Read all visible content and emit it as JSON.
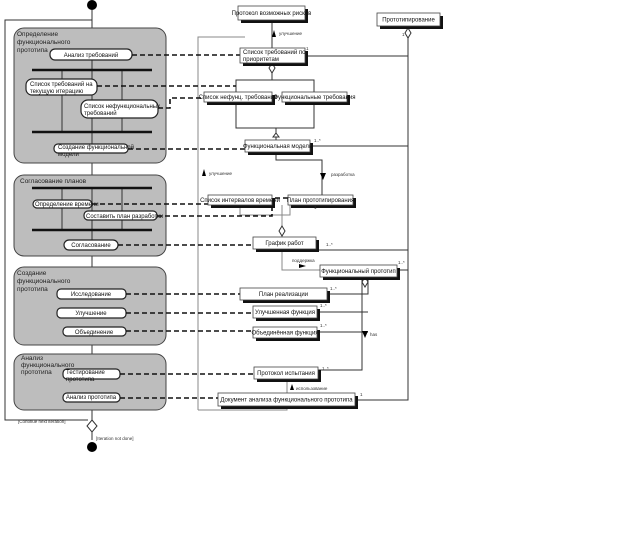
{
  "groups": [
    {
      "label_lines": [
        "Определение",
        "функционального",
        "прототипа"
      ]
    },
    {
      "label_lines": [
        "Согласование планов"
      ]
    },
    {
      "label_lines": [
        "Создание",
        "функционального",
        "прототипа"
      ]
    },
    {
      "label_lines": [
        "Анализ",
        "функционального",
        "прототипа"
      ]
    }
  ],
  "activities": {
    "analysis": "Анализ требований",
    "req_list_1": "Список требований на",
    "req_list_2": "текущую итерацию",
    "nonfunc_1": "Список нефункциональных",
    "nonfunc_2": "требований",
    "model_1": "Создание функциональной",
    "model_2": "модели",
    "time": "Определение времени",
    "plan": "Составить план разработки",
    "approval": "Согласование",
    "research": "Исследование",
    "improve": "Улучшение",
    "merge": "Объединение",
    "test_1": "Тестирование",
    "test_2": "прототипа",
    "analyze": "Анализ прототипа"
  },
  "objects": {
    "risks": "Протокол возможных рисков",
    "prototyping": "Прототипирование",
    "prio_1": "Список требований по",
    "prio_2": "приоритетам",
    "nonfunc": "Список нефунц. требований",
    "func_req": "Функциональные требования",
    "func_model": "Функциональная модель",
    "intervals": "Список интервалов времени",
    "proto_plan": "План прототипирования",
    "schedule": "График работ",
    "func_proto": "Функциональный прототип",
    "impl_plan": "План реализации",
    "improved": "Улучшенная функция",
    "merged": "Объединённая функция",
    "test_report": "Протокол испытания",
    "analysis_doc": "Документ анализа функционального прототипа"
  },
  "relations": {
    "improve1": "улучшение",
    "improve2": "улучшение",
    "develop": "разработка",
    "support": "поддержка",
    "has": "has",
    "usage": "использование"
  },
  "multiplicities": {
    "one": "1",
    "many": "1..*"
  },
  "guards": {
    "continue": "[Continue next iteration]",
    "done": "[Iteration not done]"
  }
}
